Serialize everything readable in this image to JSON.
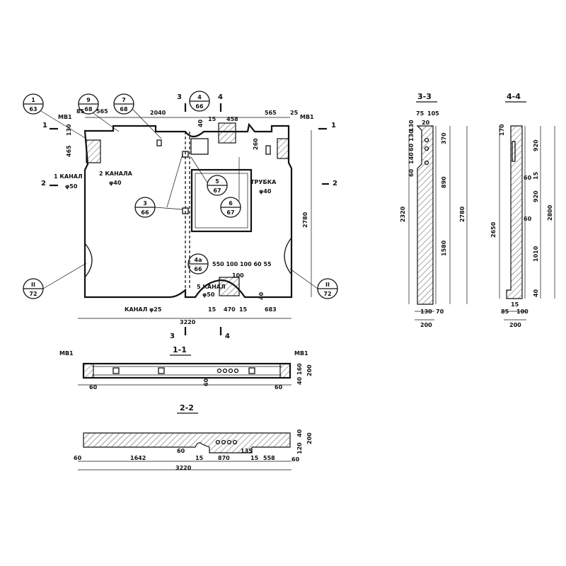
{
  "plan": {
    "callouts": [
      {
        "top": "1",
        "bottom": "63"
      },
      {
        "top": "9",
        "bottom": "68"
      },
      {
        "top": "7",
        "bottom": "68"
      },
      {
        "top": "4",
        "bottom": "66"
      },
      {
        "top": "5",
        "bottom": "67"
      },
      {
        "top": "6",
        "bottom": "67"
      },
      {
        "top": "3",
        "bottom": "66"
      },
      {
        "top": "4a",
        "bottom": "66"
      },
      {
        "top": "II",
        "bottom": "72"
      },
      {
        "top": "II",
        "bottom": "72"
      }
    ],
    "labels": {
      "mb_left": "МВ1",
      "mb_right": "МВ1",
      "kanal1": "1 КАНАЛ",
      "kanal1_d": "φ50",
      "kanal2": "2 КАНАЛА",
      "kanal2_d": "φ40",
      "trubka": "ТРУБКА",
      "trubka_d": "φ40",
      "kanal5": "5 КАНАЛ",
      "kanal5_d": "φ50",
      "kanal25": "КАНАЛ φ25"
    },
    "section_marks": {
      "s1": "1",
      "s2": "2",
      "s3": "3",
      "s4": "4"
    },
    "dims": {
      "d85": "85",
      "d565a": "565",
      "d2040": "2040",
      "d15a": "15",
      "d458": "458",
      "d565b": "565",
      "d25": "25",
      "d130": "130",
      "d465": "465",
      "d40": "40",
      "d260": "260",
      "d2780": "2780",
      "d3220": "3220",
      "d15b": "15",
      "d470": "470",
      "d15c": "15",
      "d683": "683",
      "d40b": "40",
      "d100": "100",
      "row4a": "550 100 100 60 55"
    }
  },
  "section11": {
    "title": "1-1",
    "mb_left": "МВ1",
    "mb_right": "МВ1",
    "dims": {
      "l60": "60",
      "r60": "60",
      "c60": "60",
      "h160": "160",
      "h200": "200",
      "h40": "40"
    }
  },
  "section22": {
    "title": "2-2",
    "dims": {
      "l60": "60",
      "d1642": "1642",
      "d3220": "3220",
      "m60": "60",
      "d15a": "15",
      "d870": "870",
      "d15b": "15",
      "d558": "558",
      "r60": "60",
      "d135": "135",
      "h120": "120",
      "h200": "200",
      "h40": "40"
    }
  },
  "section33": {
    "title": "3-3",
    "dims": {
      "t75": "75",
      "t105": "105",
      "t20": "20",
      "v130": "130",
      "v140": "140",
      "v60a": "60",
      "v130b": "130",
      "v60": "60",
      "v370": "370",
      "v890": "890",
      "v1580": "1580",
      "v2320": "2320",
      "v2780": "2780",
      "b130": "130",
      "b70": "70",
      "b200": "200"
    }
  },
  "section44": {
    "title": "4-4",
    "dims": {
      "v170": "170",
      "v920a": "920",
      "v60a": "60",
      "v15": "15",
      "v920b": "920",
      "v60b": "60",
      "v2650": "2650",
      "v2800": "2800",
      "v1010": "1010",
      "v40": "40",
      "v15b": "15",
      "b85": "85",
      "b100": "100",
      "b200": "200"
    }
  }
}
